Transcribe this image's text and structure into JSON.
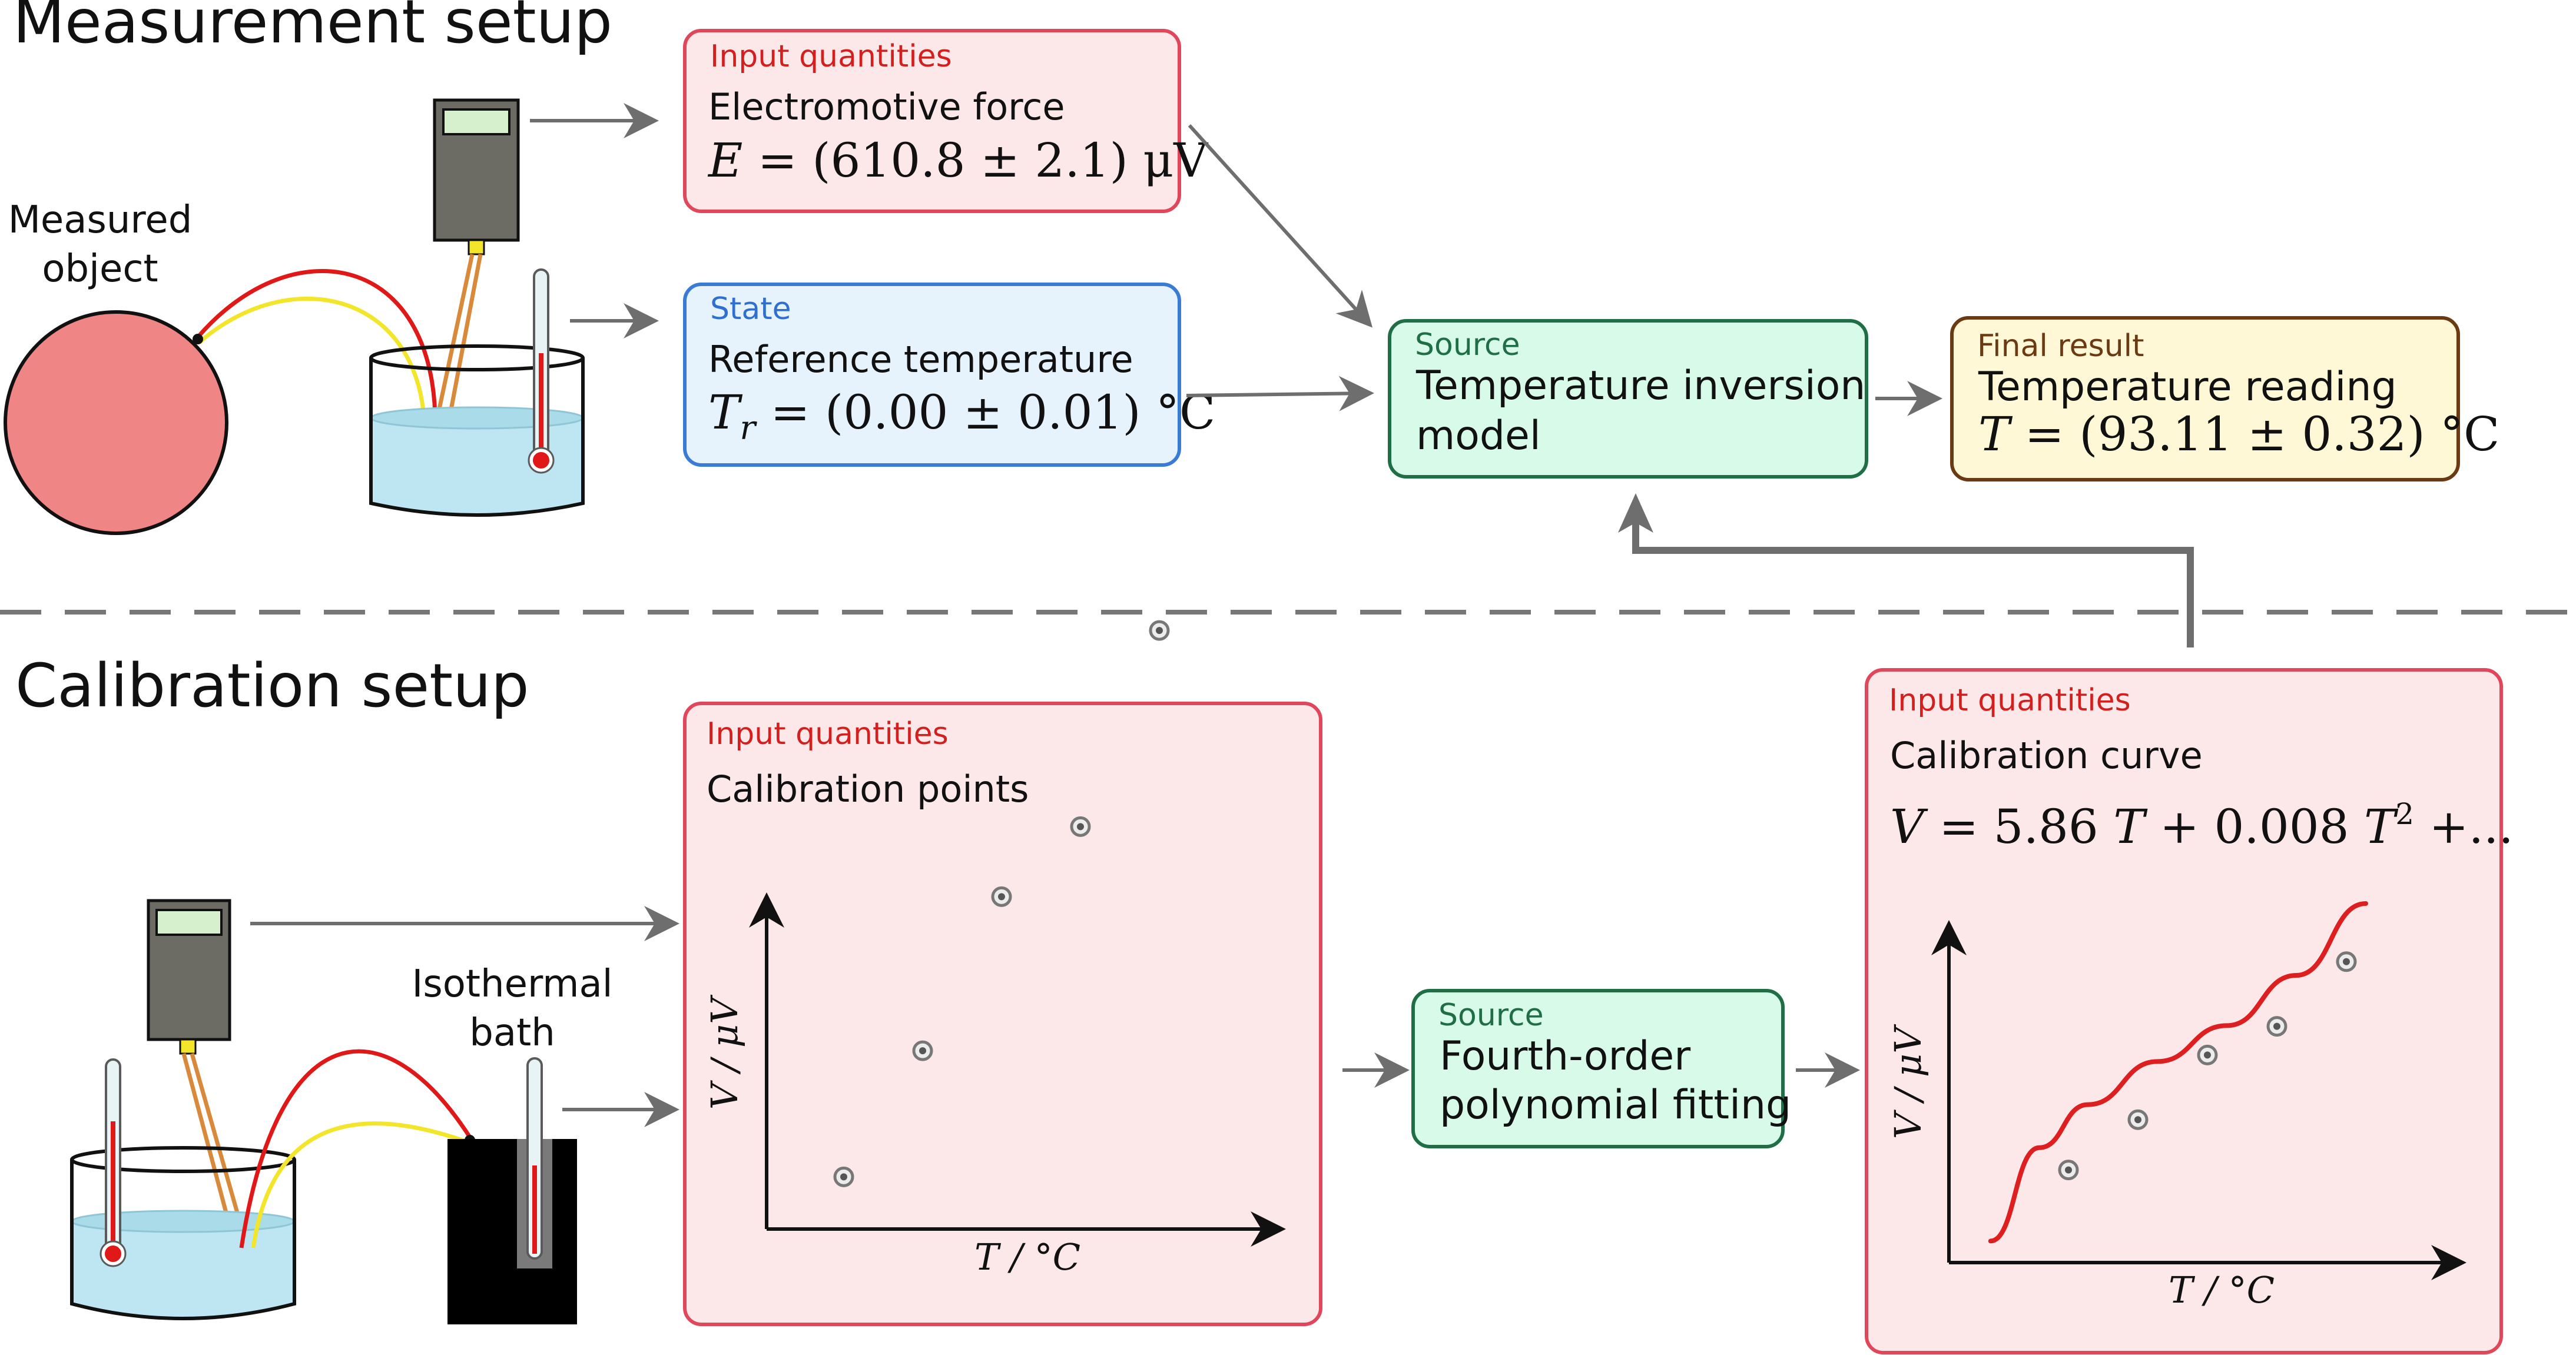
{
  "sections": {
    "measurement": "Measurement setup",
    "calibration": "Calibration setup"
  },
  "labels": {
    "measured_object_line1": "Measured",
    "measured_object_line2": "object",
    "isothermal_line1": "Isothermal",
    "isothermal_line2": "bath"
  },
  "boxes": {
    "emf": {
      "kind": "Input quantities",
      "name": "Electromotive force",
      "eq_var": "E",
      "eq_rest": " = (610.8 ± 2.1) μV"
    },
    "ref_temp": {
      "kind": "State",
      "name": "Reference temperature",
      "eq_var": "T",
      "eq_sub": "r",
      "eq_rest": " = (0.00 ± 0.01) °C"
    },
    "inversion": {
      "kind": "Source",
      "line1": "Temperature inversion",
      "line2": "model"
    },
    "final": {
      "kind": "Final result",
      "name": "Temperature reading",
      "eq_var": "T",
      "eq_rest": " = (93.11 ± 0.32) °C"
    },
    "cal_points": {
      "kind": "Input quantities",
      "name": "Calibration points",
      "ylabel": "V / μV",
      "xlabel": "T / °C"
    },
    "fitting": {
      "kind": "Source",
      "line1": "Fourth-order",
      "line2": "polynomial fitting"
    },
    "cal_curve": {
      "kind": "Input quantities",
      "name": "Calibration curve",
      "eq_var": "V",
      "eq_mid": " = 5.86 ",
      "eq_t1": "T",
      "eq_mid2": " + 0.008 ",
      "eq_t2": "T",
      "eq_pow": "2",
      "eq_end": " +...",
      "ylabel": "V / μV",
      "xlabel": "T / °C"
    }
  },
  "colors": {
    "input_fill": "#fde8e9",
    "input_stroke": "#e0475a",
    "input_text": "#d41f1f",
    "state_fill": "#e6f3fc",
    "state_stroke": "#3a7bd5",
    "state_text": "#2f6fd0",
    "source_fill": "#d7fbe8",
    "source_stroke": "#1f6e46",
    "source_text": "#1f6e46",
    "final_fill": "#fff8d6",
    "final_stroke": "#6b3a12",
    "final_text": "#6b3a12",
    "arrow": "#6e6e6e",
    "object": "#f08585",
    "water": "#bde6f2",
    "device": "#6c6c64",
    "screen": "#d6efcc",
    "wire_red": "#e01818",
    "wire_yellow": "#f2e52a",
    "wire_orange": "#d88a3a",
    "curve": "#dd1f1f"
  },
  "chart_data": [
    {
      "type": "scatter",
      "title": "Calibration points",
      "xlabel": "T / °C",
      "ylabel": "V / μV",
      "points": [
        {
          "x": 1,
          "y": 1.0
        },
        {
          "x": 2,
          "y": 1.9
        },
        {
          "x": 3,
          "y": 3.0
        },
        {
          "x": 4,
          "y": 3.5
        },
        {
          "x": 5,
          "y": 4.9
        }
      ]
    },
    {
      "type": "line",
      "title": "Calibration curve",
      "xlabel": "T / °C",
      "ylabel": "V / μV",
      "series": [
        {
          "values_x": [
            0.6,
            1.3,
            2.0,
            3.0,
            4.0,
            5.0,
            6.0
          ],
          "values_y": [
            0.3,
            1.6,
            2.2,
            2.8,
            3.3,
            4.0,
            5.0
          ]
        }
      ],
      "points": [
        {
          "x": 1.0,
          "y": 1.7
        },
        {
          "x": 2.0,
          "y": 2.4
        },
        {
          "x": 3.0,
          "y": 3.3
        },
        {
          "x": 4.0,
          "y": 3.7
        },
        {
          "x": 5.0,
          "y": 4.6
        }
      ]
    }
  ]
}
